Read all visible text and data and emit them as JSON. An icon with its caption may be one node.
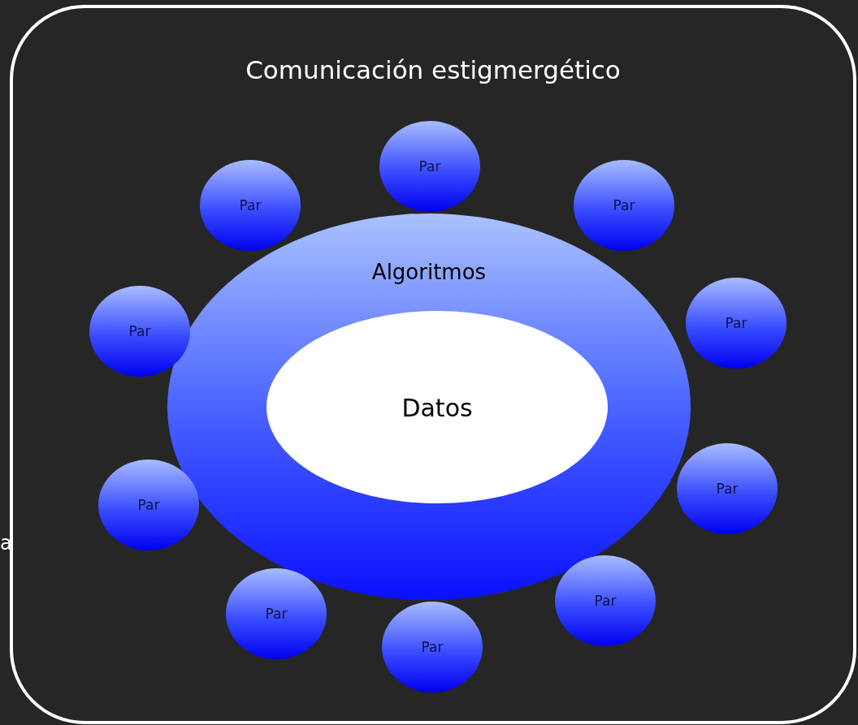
{
  "diagram": {
    "nodes": [
      {
        "text": [
          "Comunicación estigmergético"
        ]
      },
      {
        "text": [
          "Algoritmos"
        ],
        "in": 0
      },
      {
        "text": [
          "Datos"
        ],
        "in": 1
      },
      {
        "text": [
          "Par"
        ],
        "in": 0
      },
      {
        "text": [
          "Par"
        ],
        "in": 0
      },
      {
        "text": [
          "Par"
        ],
        "in": 0
      },
      {
        "text": [
          "Par"
        ],
        "in": 0
      },
      {
        "text": [
          "Par"
        ],
        "in": 0
      },
      {
        "text": [
          "Par"
        ],
        "in": 0
      },
      {
        "text": [
          "Par"
        ],
        "in": 0
      },
      {
        "text": [
          "Par"
        ],
        "in": 0
      },
      {
        "text": [
          "Par"
        ],
        "in": 0
      },
      {
        "text": [
          "Par"
        ],
        "in": 0
      }
    ],
    "labels": [
      "a"
    ]
  }
}
